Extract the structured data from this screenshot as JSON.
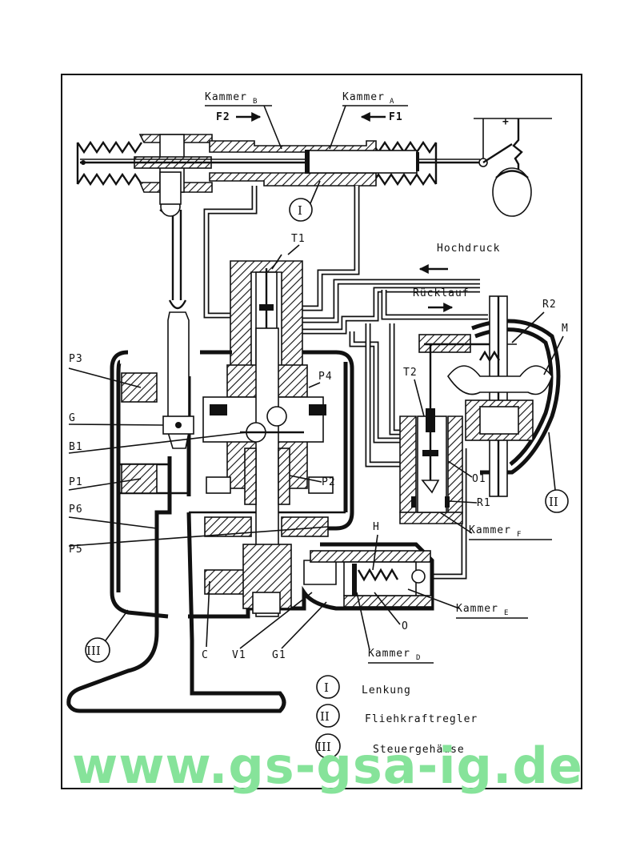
{
  "labels": {
    "kammer_b": {
      "text": "Kammer",
      "sub": "B"
    },
    "kammer_a": {
      "text": "Kammer",
      "sub": "A"
    },
    "f2": "F2",
    "f1": "F1",
    "plus": "+",
    "hochdruck": "Hochdruck",
    "ruecklauf": "Rücklauf",
    "t1": "T1",
    "t2": "T2",
    "r2": "R2",
    "m": "M",
    "p3": "P3",
    "p4": "P4",
    "g": "G",
    "b1": "B1",
    "p1": "P1",
    "p2": "P2",
    "o1": "O1",
    "r1": "R1",
    "p6": "P6",
    "kammer_f": {
      "text": "Kammer",
      "sub": "F"
    },
    "h": "H",
    "p5": "P5",
    "kammer_e": {
      "text": "Kammer",
      "sub": "E"
    },
    "o": "O",
    "c": "C",
    "v1": "V1",
    "g1": "G1",
    "kammer_d": {
      "text": "Kammer",
      "sub": "D"
    }
  },
  "roman_markers": {
    "i": "I",
    "ii": "II",
    "iii": "III"
  },
  "legend": [
    {
      "numeral": "I",
      "text": "Lenkung"
    },
    {
      "numeral": "II",
      "text": "Fliehkraftregler"
    },
    {
      "numeral": "III",
      "text": "Steuergehäuse"
    }
  ],
  "watermark": "www.gs-gsa-ig.de",
  "colors": {
    "ink": "#111111",
    "watermark": "#86e39a",
    "background": "#ffffff"
  }
}
